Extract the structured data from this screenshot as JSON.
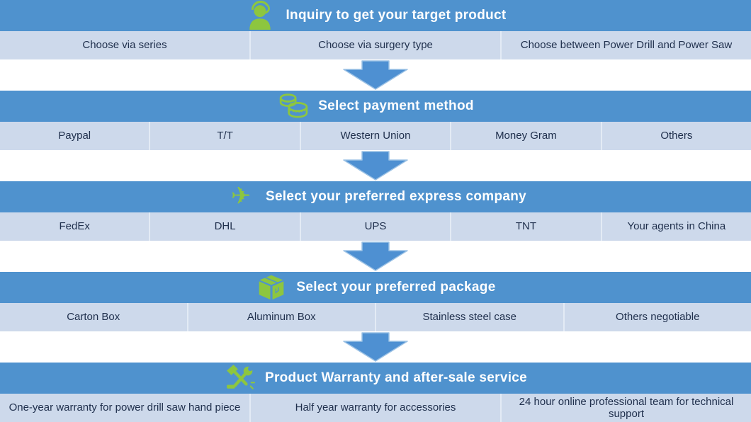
{
  "colors": {
    "header_bg": "#4f92ce",
    "row_bg": "#cdd9eb",
    "cell_divider": "#e3ebf5",
    "header_text": "#ffffff",
    "row_text": "#20304d",
    "icon_green": "#8dc63f",
    "arrow_fill": "#4e90d2",
    "arrow_edge": "#9cc2e5"
  },
  "sections": [
    {
      "title": "Inquiry to get your target product",
      "icon": "support-agent-icon",
      "options": [
        "Choose via series",
        "Choose via surgery type",
        "Choose between Power Drill and Power Saw"
      ]
    },
    {
      "title": "Select payment method",
      "icon": "coins-icon",
      "options": [
        "Paypal",
        "T/T",
        "Western Union",
        "Money Gram",
        "Others"
      ]
    },
    {
      "title": "Select your preferred express company",
      "icon": "airplane-icon",
      "options": [
        "FedEx",
        "DHL",
        "UPS",
        "TNT",
        "Your agents in China"
      ]
    },
    {
      "title": "Select your preferred package",
      "icon": "package-icon",
      "options": [
        "Carton Box",
        "Aluminum Box",
        "Stainless steel case",
        "Others negotiable"
      ]
    },
    {
      "title": "Product Warranty and after-sale service",
      "icon": "tools-icon",
      "options": [
        "One-year warranty for power drill saw hand piece",
        "Half year warranty for accessories",
        "24 hour online professional team for technical support"
      ]
    }
  ],
  "airplane_glyph": "✈"
}
